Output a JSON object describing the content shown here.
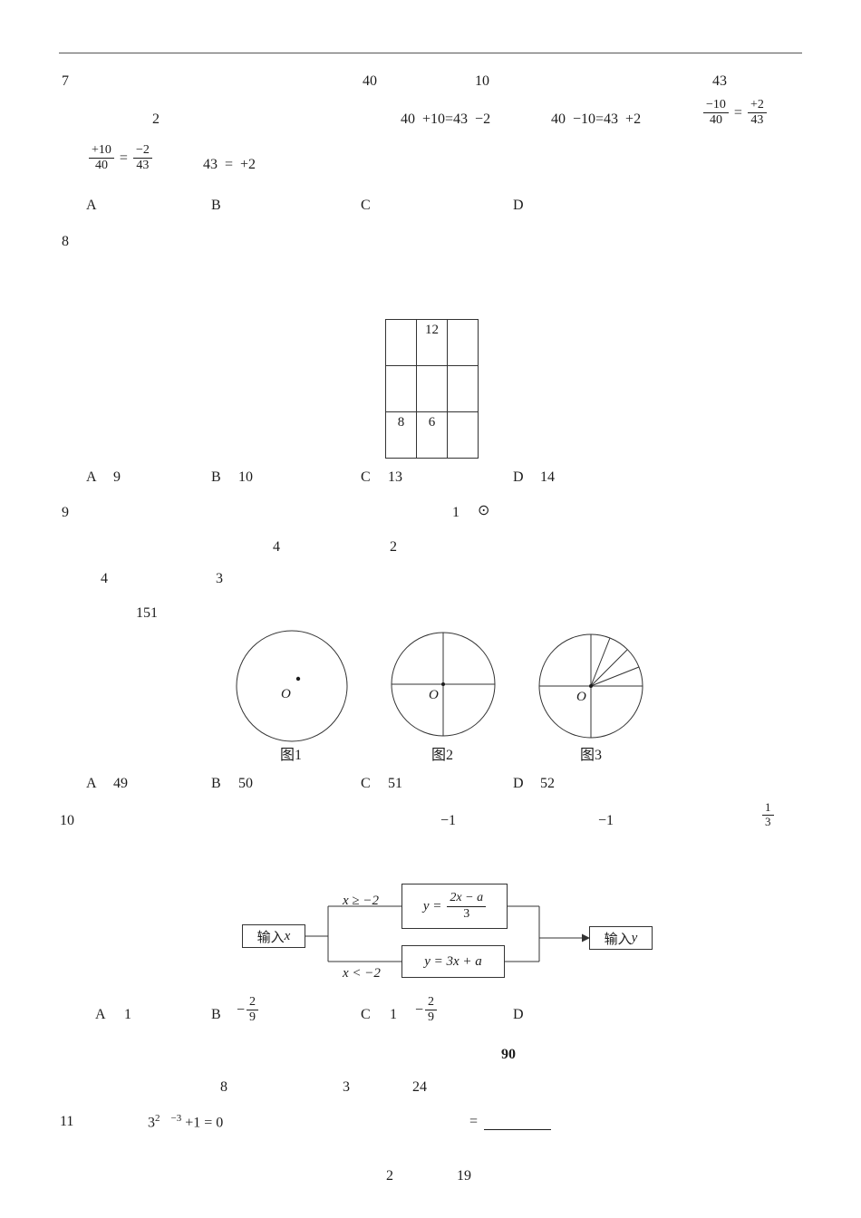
{
  "doc": {
    "q7": {
      "num": "7",
      "top_40": "40",
      "top_10": "10",
      "top_43": "43",
      "line2_2": "2",
      "eq_c": "40  +10=43  −2",
      "eq_d": "40  −10=43  +2",
      "fr_right": {
        "n1": "−10",
        "d1": "40",
        "eq": "=",
        "n2": "+2",
        "d2": "43"
      },
      "fr_left": {
        "n1": "+10",
        "d1": "40",
        "eq": "=",
        "n2": "−2",
        "d2": "43"
      },
      "eq_b": "43  =  +2",
      "opts": [
        "A",
        "B",
        "C",
        "D"
      ]
    },
    "q8": {
      "num": "8",
      "grid": [
        [
          "",
          "12",
          ""
        ],
        [
          "",
          "",
          ""
        ],
        [
          "8",
          "6",
          ""
        ]
      ],
      "opts": [
        {
          "l": "A",
          "v": "9"
        },
        {
          "l": "B",
          "v": "10"
        },
        {
          "l": "C",
          "v": "13"
        },
        {
          "l": "D",
          "v": "14"
        }
      ]
    },
    "q9": {
      "num": "9",
      "one": "1",
      "odot": "⊙",
      "four_a": "4",
      "two": "2",
      "four_b": "4",
      "three": "3",
      "n151": "151",
      "o_label": "O",
      "fig_labels": [
        "图1",
        "图2",
        "图3"
      ],
      "opts": [
        {
          "l": "A",
          "v": "49"
        },
        {
          "l": "B",
          "v": "50"
        },
        {
          "l": "C",
          "v": "51"
        },
        {
          "l": "D",
          "v": "52"
        }
      ]
    },
    "q10": {
      "num": "10",
      "neg1_a": "−1",
      "neg1_b": "−1",
      "fr13": {
        "n": "1",
        "d": "3"
      },
      "flow": {
        "input_cn": "输入",
        "input_var": "x",
        "cond_top": "x ≥ −2",
        "cond_bot": "x < −2",
        "top_pre": "y =",
        "top_num": "2x − a",
        "top_den": "3",
        "bot_expr": "y = 3x + a",
        "output_cn": "输入",
        "output_var": "y"
      },
      "opts": {
        "a_l": "A",
        "a_v": "1",
        "b_l": "B",
        "b_sign": "−",
        "b_n": "2",
        "b_d": "9",
        "c_l": "C",
        "c_v": "1",
        "c_sign": "−",
        "c_n": "2",
        "c_d": "9",
        "d_l": "D"
      }
    },
    "mid": {
      "b90": "90",
      "t8": "8",
      "t3": "3",
      "t24": "24"
    },
    "q11": {
      "num": "11",
      "base": "3",
      "sup_a": "2",
      "sup_b": "−3",
      "tail": " +1 = 0",
      "eq": "="
    },
    "footer": {
      "page": "2",
      "total": "19"
    }
  }
}
